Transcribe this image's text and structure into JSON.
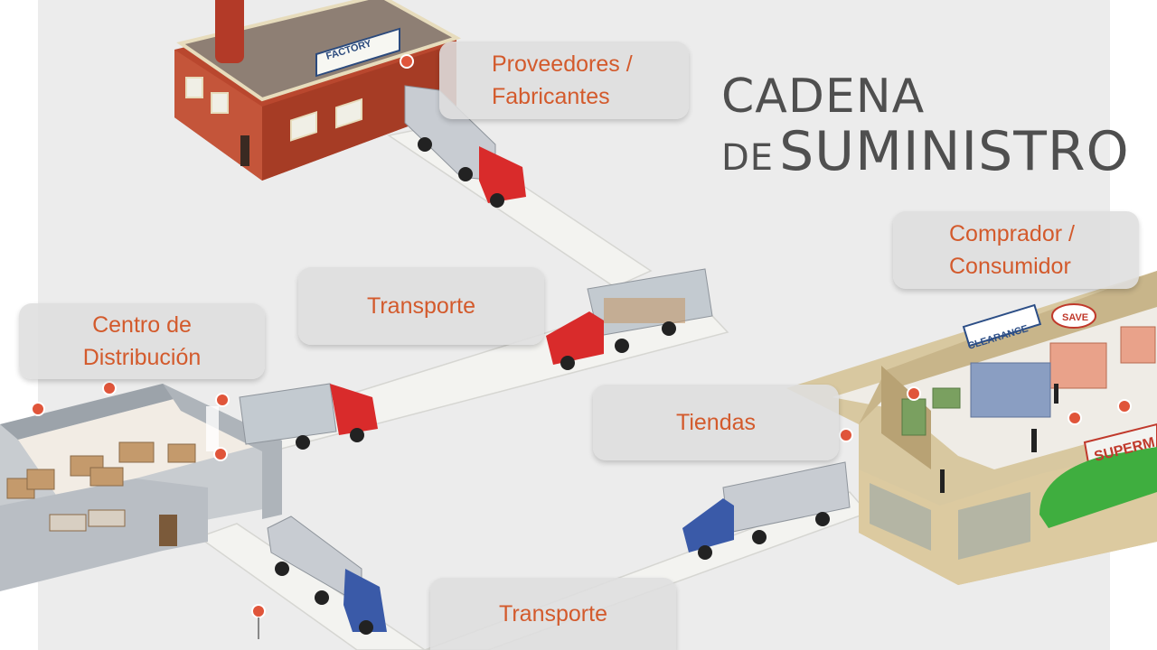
{
  "title": {
    "line1": "CADENA",
    "line2_small": "DE",
    "line2_big": "SUMINISTRO"
  },
  "labels": {
    "suppliers": [
      "Proveedores /",
      "Fabricantes"
    ],
    "transport_top": "Transporte",
    "distribution_center": [
      "Centro de",
      "Distribución"
    ],
    "stores": "Tiendas",
    "consumer": [
      "Comprador /",
      "Consumidor"
    ],
    "transport_bottom": "Transporte"
  },
  "signs": {
    "factory": "FACTORY",
    "clearance": "CLEARANCE",
    "save": "SAVE",
    "supermarket": "SUPERM"
  },
  "colors": {
    "label_text": "#d35a2c",
    "title": "#4f4f4f",
    "marker": "#e0553a",
    "road": "#f1f1ee",
    "panel": "#ececec"
  }
}
